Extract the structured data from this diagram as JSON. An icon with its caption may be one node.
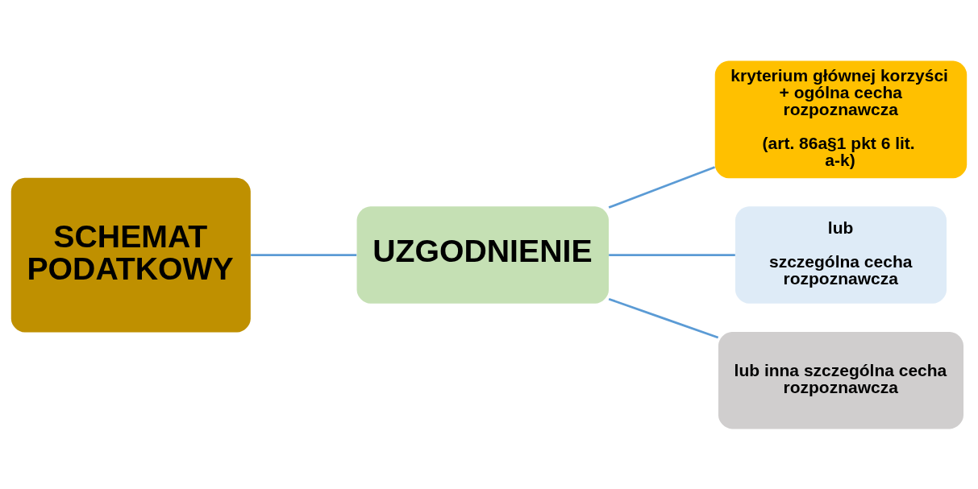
{
  "diagram": {
    "nodes": [
      {
        "text": [
          "SCHEMAT PODATKOWY"
        ]
      },
      {
        "text": [
          "UZGODNIENIE"
        ]
      },
      {
        "text": [
          "kryterium głównej korzyści + ogólna cecha rozpoznawcza",
          "(art. 86a§1 pkt 6 lit. a-k)"
        ]
      },
      {
        "text": [
          "lub",
          "szczególna cecha rozpoznawcza"
        ]
      },
      {
        "text": [
          "lub inna szczególna cecha rozpoznawcza"
        ]
      }
    ],
    "edges": [
      {
        "from": 0,
        "to": 1,
        "arrow": "none"
      },
      {
        "from": 1,
        "to": 2,
        "arrow": "none"
      },
      {
        "from": 1,
        "to": 3,
        "arrow": "none"
      },
      {
        "from": 1,
        "to": 4,
        "arrow": "none"
      }
    ]
  }
}
